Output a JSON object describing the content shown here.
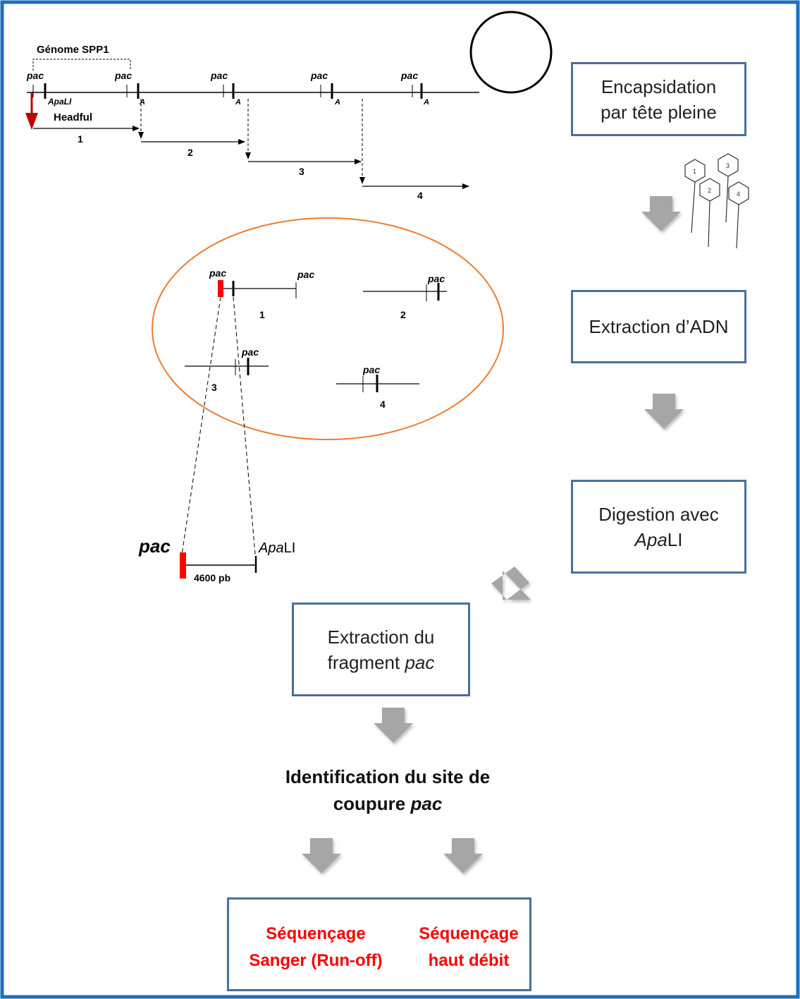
{
  "genome": {
    "title": "Génome SPP1",
    "pac_label": "pac",
    "apali_label": "ApaLI",
    "a_label": "A",
    "headful_label": "Headful",
    "segments": [
      "1",
      "2",
      "3",
      "4"
    ]
  },
  "capsids": {
    "labels": [
      "1",
      "2",
      "3",
      "4"
    ]
  },
  "ellipse": {
    "pac_label": "pac",
    "fragment_numbers": [
      "1",
      "2",
      "3",
      "4"
    ]
  },
  "zoom": {
    "pac_label": "pac",
    "apa_italic": "Apa",
    "apa_rest": "LI",
    "size_label": "4600 pb"
  },
  "steps": {
    "encapsidation": {
      "line1": "Encapsidation",
      "line2": "par tête pleine"
    },
    "extraction_adn": {
      "text": "Extraction d’ADN"
    },
    "digestion": {
      "line1": "Digestion avec",
      "line2_italic": "Apa",
      "line2_rest": "LI"
    },
    "extraction_fragment": {
      "line1": "Extraction du",
      "line2_prefix": "fragment ",
      "line2_italic": "pac"
    },
    "identification": {
      "line1": "Identification du site de",
      "line2_prefix": "coupure ",
      "line2_italic": "pac"
    },
    "sequencing": {
      "left_line1": "Séquençage",
      "left_line2": "Sanger (Run-off)",
      "right_line1": "Séquençage",
      "right_line2": "haut débit"
    }
  },
  "colors": {
    "frame": "#1f6fc2",
    "box_border": "#4a6f9a",
    "ellipse_stroke": "#ed7d31",
    "pac_marker": "#ff0000",
    "red_arrow": "#c00000",
    "flow_arrow": "#a6a6a6",
    "sequencing_text": "#ff0000"
  }
}
